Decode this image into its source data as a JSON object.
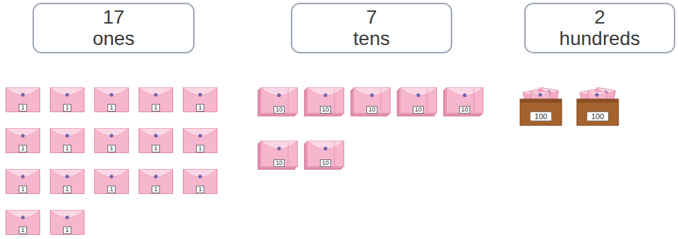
{
  "diagram": {
    "nodes": [
      {
        "text": [
          "17",
          "ones"
        ]
      },
      {
        "text": [
          "7",
          "tens"
        ]
      },
      {
        "text": [
          "2",
          "hundreds"
        ]
      }
    ],
    "labels": [
      "1",
      "1",
      "1",
      "1",
      "1",
      "1",
      "1",
      "1",
      "1",
      "1",
      "1",
      "1",
      "1",
      "1",
      "1",
      "1",
      "1",
      "10",
      "10",
      "10",
      "10",
      "10",
      "10",
      "10",
      "100",
      "100"
    ]
  }
}
